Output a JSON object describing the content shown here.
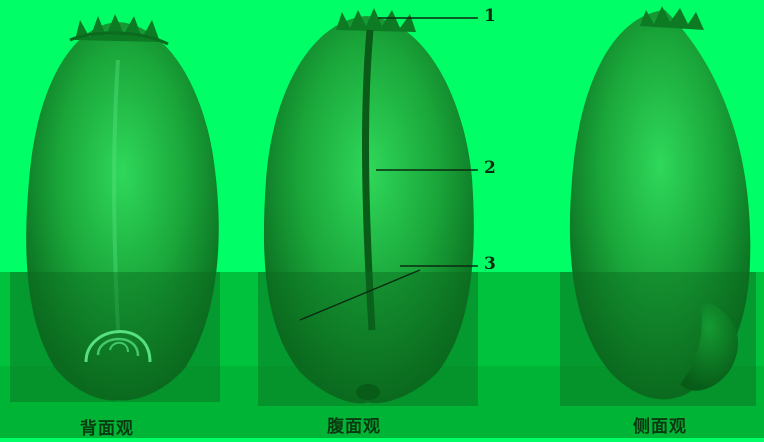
{
  "views": {
    "dorsal": "背面观",
    "ventral": "腹面观",
    "lateral": "侧面观"
  },
  "callouts": [
    "1",
    "2",
    "3"
  ],
  "colors": {
    "background_top": "#00ff66",
    "background_mid": "#00c23c",
    "background_bottom": "#00b436",
    "grain_dark": "#0a6a1e",
    "grain_light": "#2fd85a",
    "label_text": "#0b3a12"
  }
}
